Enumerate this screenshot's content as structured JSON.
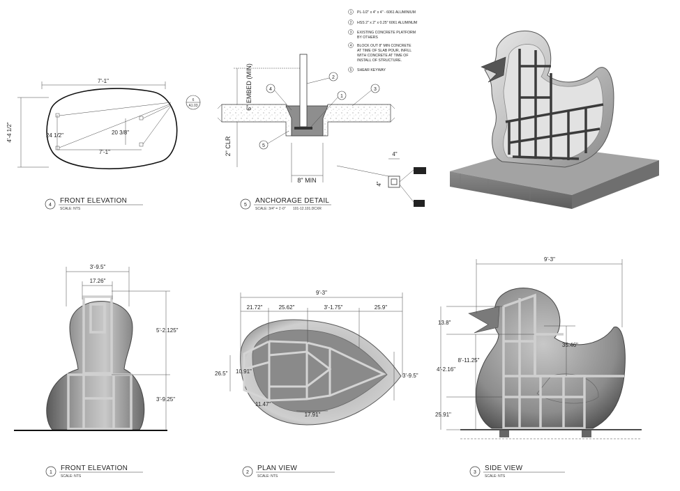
{
  "notes": [
    {
      "n": "1",
      "text": "PL-1/2\" x 4\" x 4\" - 6061 ALUMINIUM"
    },
    {
      "n": "2",
      "text": "HSS 2\" x 2\" x 0.25\" 6061 ALUMINUM"
    },
    {
      "n": "3",
      "lines": [
        "EXISTING CONCRETE PLATFORM",
        "BY OTHERS"
      ]
    },
    {
      "n": "4",
      "lines": [
        "BLOCK OUT 8\" MIN CONCRETE",
        "AT TIME OF SLAB POUR, INFILL",
        "WITH CONCRETE AT TIME OF",
        "INSTALL OF STRUCTURE."
      ]
    },
    {
      "n": "5",
      "text": "SHEAR KEYWAY"
    }
  ],
  "views": {
    "top_front": {
      "num": "4",
      "title": "FRONT ELEVATION",
      "scale": "SCALE:  NTS"
    },
    "anchorage": {
      "num": "5",
      "title": "ANCHORAGE DETAIL",
      "scale": "SCALE:  3/4\" = 1'-0\"",
      "ref": "101-12.101.DCXR"
    },
    "front": {
      "num": "1",
      "title": "FRONT ELEVATION",
      "scale": "SCALE:  NTS"
    },
    "plan": {
      "num": "2",
      "title": "PLAN VIEW",
      "scale": "SCALE:  NTS"
    },
    "side": {
      "num": "3",
      "title": "SIDE VIEW",
      "scale": "SCALE:  NTS"
    }
  },
  "top_front_dims": {
    "width": "7'-1\"",
    "height": "4'-4 1/2\"",
    "inner_h": "24 1/2\"",
    "inner_w": "7'-1\"",
    "right_dim": "20 3/8\"",
    "callout_top": "6",
    "callout_bottom": "A1.03"
  },
  "anchorage_dims": {
    "embed": "6\" EMBED (MIN)",
    "clr": "2\" CLR",
    "min": "8\" MIN",
    "plate_w": "4\"",
    "plate_h": "4\"",
    "tags": [
      "1",
      "2",
      "3",
      "4",
      "5"
    ]
  },
  "front_dims": {
    "width": "3'-9.5\"",
    "inner": "17.26\"",
    "upper": "5'-2.125\"",
    "lower": "3'-9.25\""
  },
  "plan_dims": {
    "overall": "9'-3\"",
    "d1": "21.72\"",
    "d2": "25.62\"",
    "d3": "3'-1.75\"",
    "d4": "25.9\"",
    "left_h": "26.5\"",
    "left_inner": "10.91\"",
    "right_h": "3'-9.5\"",
    "bottom_l": "11.47\"",
    "bottom_c": "17.91\""
  },
  "side_dims": {
    "overall": "9'-3\"",
    "d1": "13.8\"",
    "d2": "35.46\"",
    "d3": "4'-2.16\"",
    "d4": "8'-11.25\"",
    "d5": "25.91\""
  }
}
